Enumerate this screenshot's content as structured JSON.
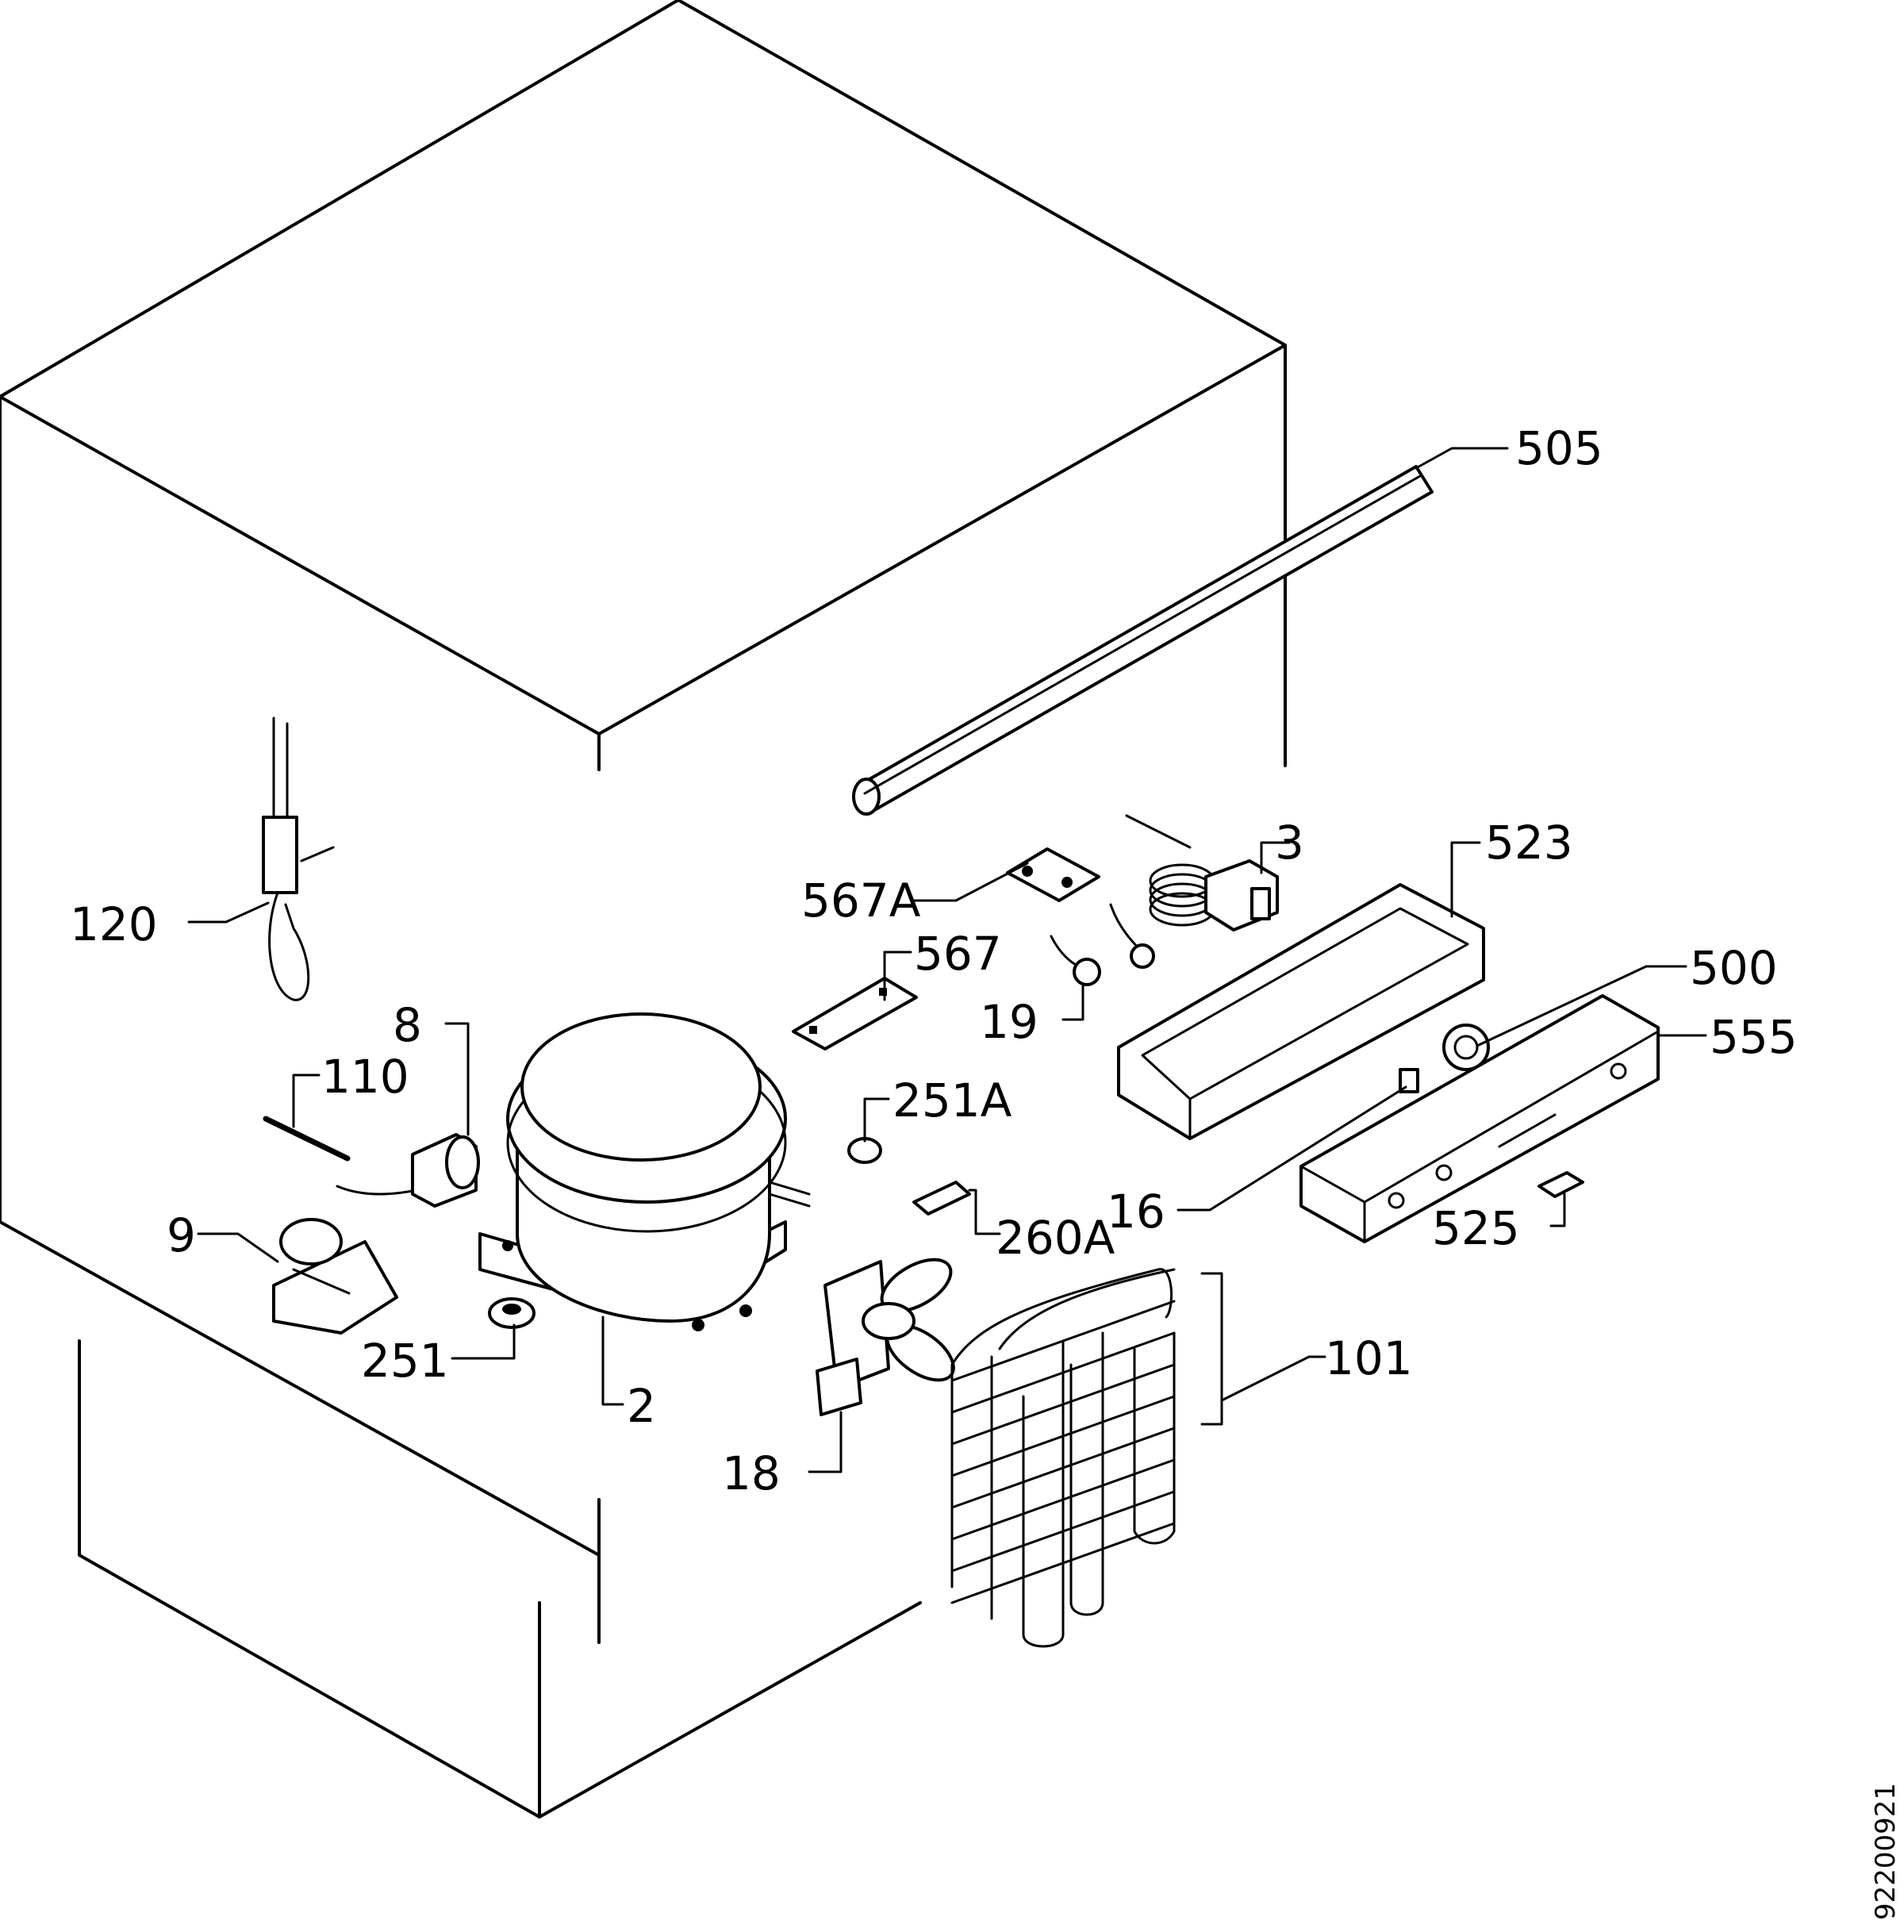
{
  "drawing_code": "92200921",
  "callouts": [
    {
      "id": "505",
      "text": "505"
    },
    {
      "id": "3",
      "text": "3"
    },
    {
      "id": "523",
      "text": "523"
    },
    {
      "id": "567A",
      "text": "567A"
    },
    {
      "id": "567",
      "text": "567"
    },
    {
      "id": "19",
      "text": "19"
    },
    {
      "id": "500",
      "text": "500"
    },
    {
      "id": "555",
      "text": "555"
    },
    {
      "id": "120",
      "text": "120"
    },
    {
      "id": "8",
      "text": "8"
    },
    {
      "id": "110",
      "text": "110"
    },
    {
      "id": "251A",
      "text": "251A"
    },
    {
      "id": "16",
      "text": "16"
    },
    {
      "id": "260A",
      "text": "260A"
    },
    {
      "id": "525",
      "text": "525"
    },
    {
      "id": "9",
      "text": "9"
    },
    {
      "id": "101",
      "text": "101"
    },
    {
      "id": "251",
      "text": "251"
    },
    {
      "id": "2",
      "text": "2"
    },
    {
      "id": "18",
      "text": "18"
    }
  ]
}
